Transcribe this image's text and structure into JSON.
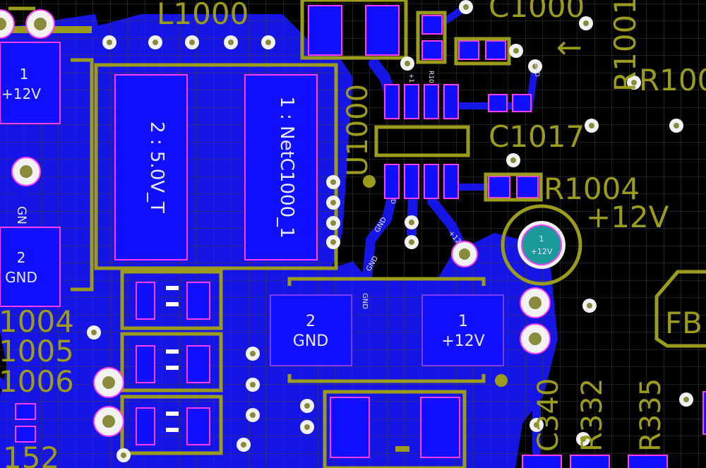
{
  "colors": {
    "background": "#000000",
    "grid": "#3c3c3c",
    "copper": "#1515e6",
    "copper_dark": "#0c0ca8",
    "pad": "#1010ff",
    "pad_outline": "#ff3cff",
    "silkscreen": "#9c9c1c",
    "via_ring": "#f2f2f2",
    "via_hole": "#8a8a3c",
    "teal_pad": "#1a9a9a"
  },
  "silkscreen": {
    "l1000": "L1000",
    "c1000": "C1000",
    "r1001": "R1001",
    "r100x": "R100",
    "u1000": "U1000",
    "c1017": "C1017",
    "r1004": "R1004",
    "plus12v": "+12V",
    "fb": "FB",
    "ref1004": "1004",
    "ref1005": "1005",
    "ref1006": "1006",
    "ref152": "152",
    "c340": "C340",
    "r332": "R332",
    "r335": "R335",
    "arrow": "←"
  },
  "pads": {
    "inductor_pin2": "2 : 5.0V_T",
    "inductor_pin1": "1 : NetC1000_1",
    "left_top_num": "1",
    "left_top_net": "+12V",
    "left_mid_num": "2",
    "left_mid_net": "GND",
    "left_gn": "GN",
    "cap_pin2_num": "2",
    "cap_pin2_net": "GND",
    "cap_pin1_num": "1",
    "cap_pin1_net": "+12V",
    "teal_num": "1",
    "teal_net": "+12V"
  },
  "trace_labels": {
    "gnd1": "GND",
    "gnd2": "GND",
    "gnd3": "GND",
    "plus12": "+12",
    "r10": "R10",
    "gnd_vert": "GND",
    "plus1": "+1",
    "d": "D"
  }
}
